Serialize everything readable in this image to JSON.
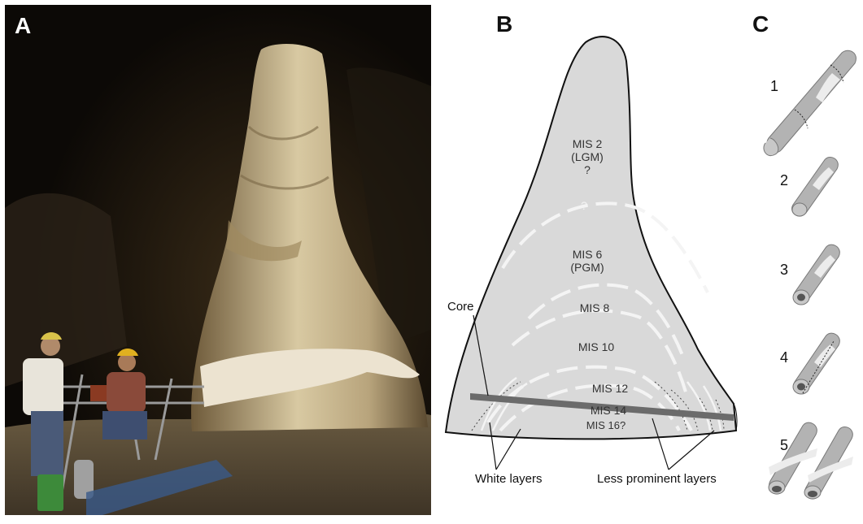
{
  "panels": {
    "a": {
      "letter": "A"
    },
    "b": {
      "letter": "B",
      "zones": {
        "mis2_line1": "MIS 2",
        "mis2_line2": "(LGM)",
        "mis2_line3": "?",
        "mis6_q": "?",
        "mis6_line1": "MIS 6",
        "mis6_line2": "(PGM)",
        "mis8": "MIS 8",
        "mis10": "MIS 10",
        "mis12": "MIS 12",
        "mis14": "MIS 14",
        "mis16": "MIS 16?"
      },
      "labels": {
        "core": "Core",
        "white_layers": "White layers",
        "less_prominent_layers": "Less prominent layers"
      }
    },
    "c": {
      "letter": "C",
      "steps": [
        "1",
        "2",
        "3",
        "4",
        "5"
      ]
    }
  },
  "colors": {
    "stalagmite_fill": "#d9d9d9",
    "core_band": "#6b6b6b",
    "white_layer": "#f2f2f2",
    "cylinder": "#b3b3b3",
    "cave_bg": "#0c0906"
  }
}
